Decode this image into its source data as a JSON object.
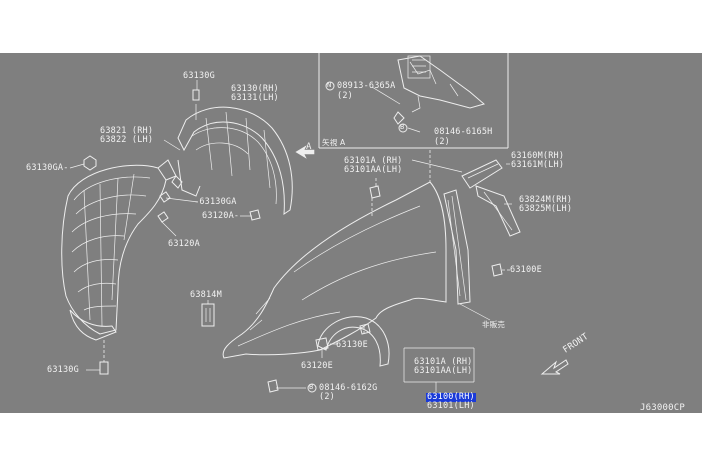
{
  "diagram_code": "J63000CP",
  "front_label": "FRONT",
  "view_a_label": "A",
  "detail_label": "矢視 A",
  "not_sold_label": "非販売",
  "callouts": {
    "p63130G_top": "63130G",
    "p63130_rh": "63130(RH)",
    "p63131_lh": "63131(LH)",
    "p63821_rh": "63821 (RH)",
    "p63822_lh": "63822 (LH)",
    "p63130GA_left": "63130GA-",
    "p63130GA_mid": "-63130GA",
    "p63120A_arrow": "63120A-",
    "p63120A": "63120A",
    "p63130G_bottom": "63130G",
    "p63814M": "63814M",
    "p63130E_mid": "63130E",
    "p63120E": "63120E",
    "bolt_08146_6162G": "08146-6162G",
    "bolt_08146_6162G_qty": "(2)",
    "p63101A_rh_top": "63101A (RH)",
    "p63101AA_lh_top": "63101AA(LH)",
    "p63160M_rh": "63160M(RH)",
    "p63161M_lh": "63161M(LH)",
    "p63824M_rh": "63824M(RH)",
    "p63825M_lh": "63825M(LH)",
    "p63100E": "63100E",
    "p63101A_rh_bot": "63101A (RH)",
    "p63101AA_lh_bot": "63101AA(LH)",
    "p63100_rh": "63100(RH)",
    "p63101_lh": "63101(LH)",
    "nut_08913_6365A": "08913-6365A",
    "nut_08913_6365A_qty": "(2)",
    "bolt_08146_6165H": "08146-6165H",
    "bolt_08146_6165H_qty": "(2)",
    "n_symbol": "N",
    "b_symbol": "B"
  }
}
